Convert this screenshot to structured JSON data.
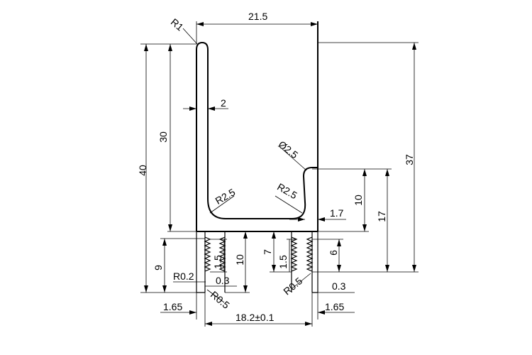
{
  "drawing": {
    "dims": {
      "width_top": "21.5",
      "r1": "R1",
      "wall": "2",
      "h30": "30",
      "h40": "40",
      "h37": "37",
      "phi25": "Ø2.5",
      "r25_left": "R2.5",
      "r25_right": "R2.5",
      "h10_right": "10",
      "h17": "17",
      "d17": "1.7",
      "h9": "9",
      "h7": "7",
      "h6": "6",
      "h15_left": "1.5",
      "h15_right": "1.5",
      "h10_low": "10",
      "r02": "R0.2",
      "t03_left": "0.3",
      "t03_right": "0.3",
      "r05_left": "R0.5",
      "r05_right": "R0.5",
      "w165_left": "1.65",
      "w165_right": "1.65",
      "w182": "18.2±0.1"
    }
  }
}
